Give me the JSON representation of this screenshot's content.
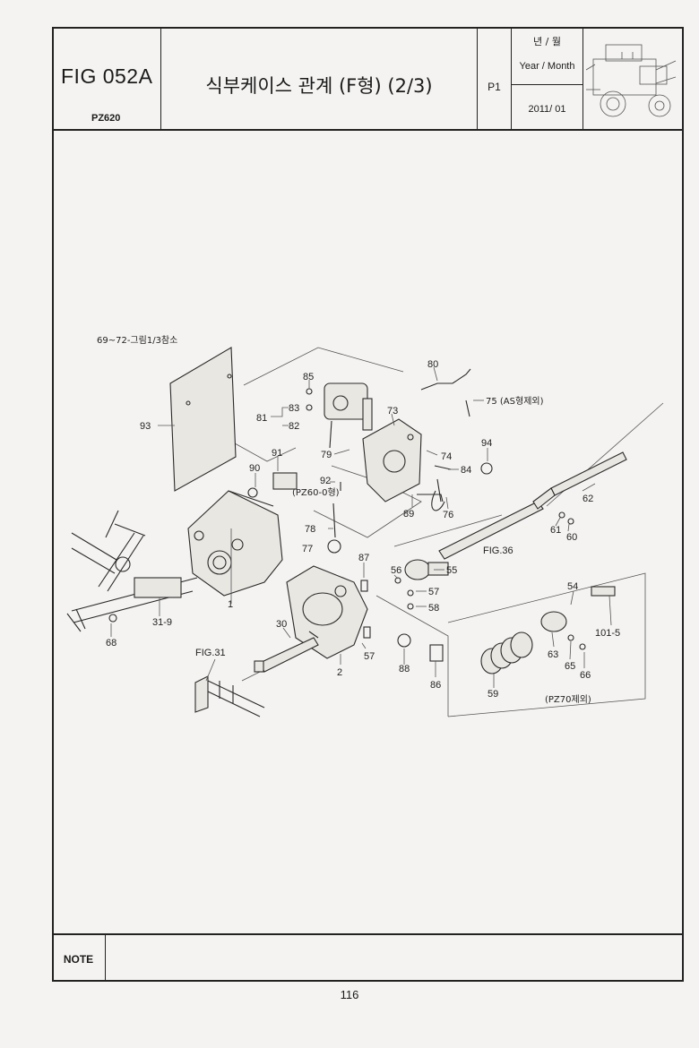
{
  "header": {
    "fig_code": "FIG 052A",
    "model": "PZ620",
    "title": "식부케이스 관계 (F형) (2/3)",
    "page_code": "P1",
    "year_month_ko": "년 / 월",
    "year_month_en": "Year / Month",
    "date": "2011/ 01"
  },
  "diagram": {
    "labels": {
      "ref_69_72": "69~72-그림1/3참소",
      "p93": "93",
      "p85": "85",
      "p83": "83",
      "p82": "82",
      "p81": "81",
      "p80": "80",
      "p75": "75 (AS형제외)",
      "p73": "73",
      "p74": "74",
      "p94": "94",
      "p84": "84",
      "p79": "79",
      "p91": "91",
      "p90": "90",
      "p92": "92",
      "p92_note": "(PZ60-0형)",
      "p89": "89",
      "p76": "76",
      "p62": "62",
      "p61": "61",
      "p60": "60",
      "fig36": "FIG.36",
      "p78": "78",
      "p77": "77",
      "p87": "87",
      "p56": "56",
      "p55": "55",
      "p57a": "57",
      "p58a": "58",
      "p54": "54",
      "p101_5": "101-5",
      "p1": "1",
      "p31_9": "31-9",
      "p68": "68",
      "p30": "30",
      "fig31": "FIG.31",
      "p57b": "57",
      "p2": "2",
      "p88": "88",
      "p86": "86",
      "p63": "63",
      "p65": "65",
      "p66": "66",
      "p59": "59",
      "pz70_note": "(PZ70제외)"
    }
  },
  "note": {
    "label": "NOTE"
  },
  "footer": {
    "page_number": "116"
  }
}
